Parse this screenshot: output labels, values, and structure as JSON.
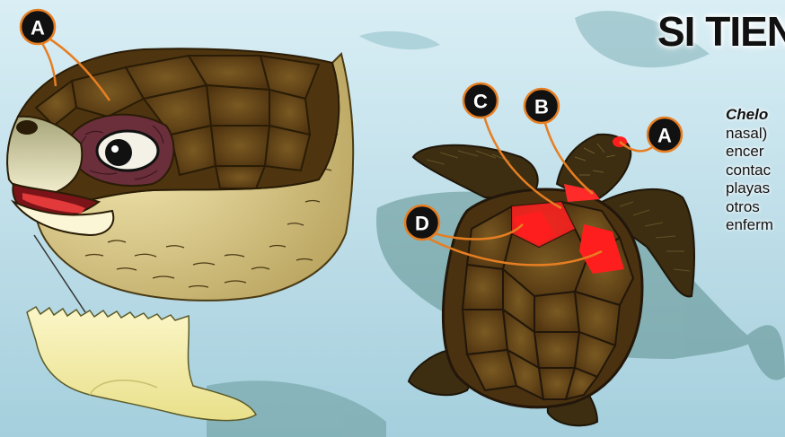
{
  "title": "SI TIEN",
  "text_lines": [
    "Chelo",
    "nasal)",
    "encer",
    "contac",
    "playas",
    "otros",
    "enferm"
  ],
  "markers": {
    "head_a": "A",
    "shell_a": "A",
    "shell_b": "B",
    "shell_c": "C",
    "shell_d": "D"
  },
  "colors": {
    "water_top": "#d7ecf4",
    "water_bottom": "#a8d2e0",
    "shell": "#6a4a1a",
    "scute": "#5b3f14",
    "highlight": "#ff1e1e",
    "callout_line": "#e67e22",
    "marker_fill": "#111111"
  }
}
